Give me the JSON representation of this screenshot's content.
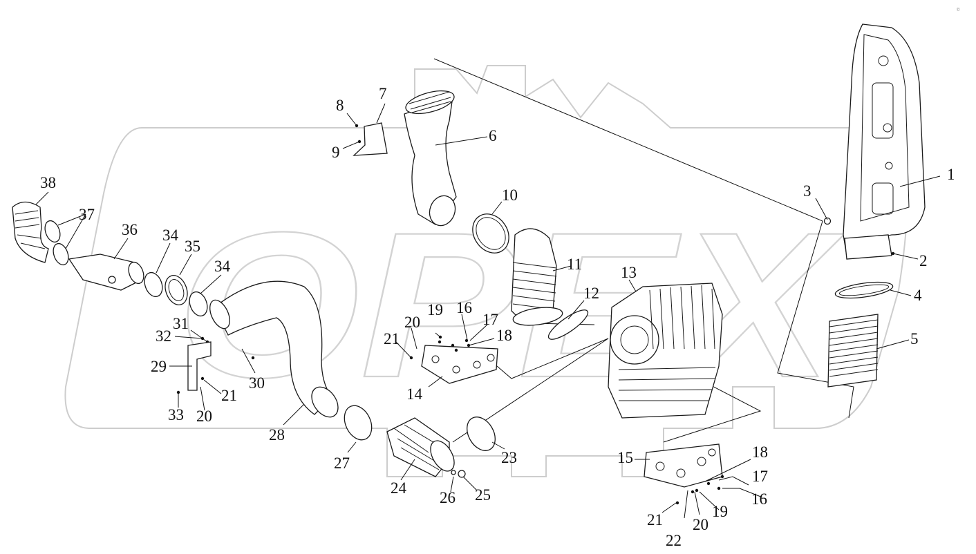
{
  "diagram": {
    "watermark_text": "OPEX",
    "stamp": "© ",
    "callouts": {
      "c1": "1",
      "c2": "2",
      "c3": "3",
      "c4": "4",
      "c5": "5",
      "c6": "6",
      "c7": "7",
      "c8": "8",
      "c9": "9",
      "c10": "10",
      "c11": "11",
      "c12": "12",
      "c13": "13",
      "c14": "14",
      "c15": "15",
      "c16a": "16",
      "c16b": "16",
      "c17a": "17",
      "c17b": "17",
      "c18a": "18",
      "c18b": "18",
      "c19a": "19",
      "c19b": "19",
      "c20a": "20",
      "c20b": "20",
      "c20c": "20",
      "c21a": "21",
      "c21b": "21",
      "c21c": "21",
      "c22": "22",
      "c23": "23",
      "c24": "24",
      "c25": "25",
      "c26": "26",
      "c27": "27",
      "c28": "28",
      "c29": "29",
      "c30": "30",
      "c31": "31",
      "c32": "32",
      "c33": "33",
      "c34a": "34",
      "c34b": "34",
      "c35": "35",
      "c36": "36",
      "c37": "37",
      "c38": "38"
    }
  }
}
